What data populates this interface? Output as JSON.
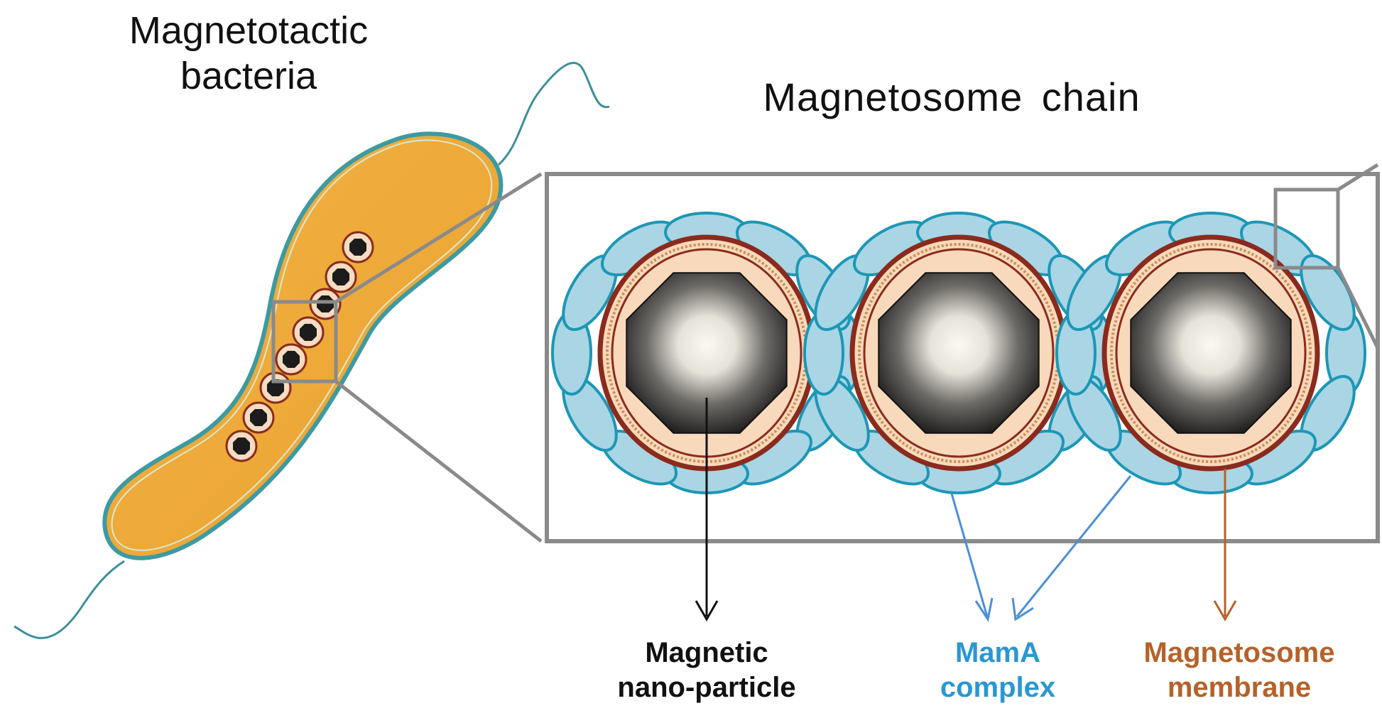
{
  "titles": {
    "bacteria_line1": "Magnetotactic",
    "bacteria_line2": "bacteria",
    "chain": "Magnetosome chain"
  },
  "labels": {
    "nanoparticle_line1": "Magnetic",
    "nanoparticle_line2": "nano-particle",
    "mama_line1": "MamA",
    "mama_line2": "complex",
    "membrane_line1": "Magnetosome",
    "membrane_line2": "membrane"
  },
  "colors": {
    "cell_body": "#f0ac3c",
    "cell_outline": "#3c9aa2",
    "mama": "#a9d5e5",
    "mama_outline": "#1c97b5",
    "membrane": "#8a2b1d",
    "crystal_dark": "#1c1c1c",
    "frame": "#8a8a8a",
    "label_black": "#111111",
    "label_blue": "#2a97d2",
    "label_brown": "#b4622a"
  }
}
